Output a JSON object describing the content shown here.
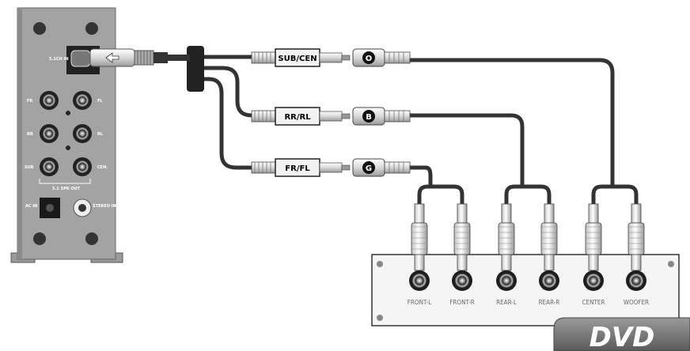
{
  "device": {
    "input_label": "5.1CH IN",
    "jacks": [
      {
        "left": "FR",
        "right": "FL"
      },
      {
        "left": "RR",
        "right": "RL"
      },
      {
        "left": "SUB",
        "right": "CEN."
      }
    ],
    "spk_out_label": "5.1 SPK OUT",
    "ac_label": "AC IN",
    "stereo_label": "STEREO IN"
  },
  "connectors": [
    {
      "label": "SUB/CEN",
      "letter": "O"
    },
    {
      "label": "RR/RL",
      "letter": "B"
    },
    {
      "label": "FR/FL",
      "letter": "G"
    }
  ],
  "dvd": {
    "ports": [
      "FRONT-L",
      "FRONT-R",
      "REAR-L",
      "REAR-R",
      "CENTER",
      "WOOFER"
    ],
    "logo": "DVD"
  }
}
